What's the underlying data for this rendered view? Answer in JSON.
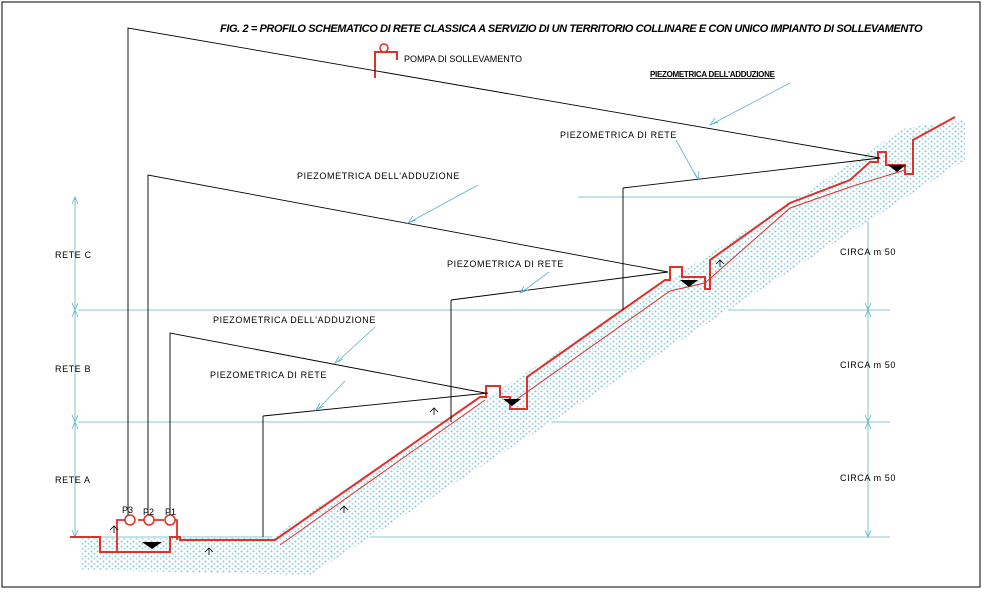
{
  "title": "FIG. 2 = PROFILO SCHEMATICO DI RETE CLASSICA A SERVIZIO DI UN TERRITORIO COLLINARE E CON UNICO IMPIANTO DI SOLLEVAMENTO",
  "legend": {
    "pump_label": "POMPA DI SOLLEVAMENTO"
  },
  "labels": {
    "piezo_adduzione_top": "PIEZOMETRICA DELL'ADDUZIONE",
    "piezo_rete_top": "PIEZOMETRICA DI RETE",
    "piezo_adduzione_c": "PIEZOMETRICA DELL'ADDUZIONE",
    "piezo_rete_b": "PIEZOMETRICA DI RETE",
    "piezo_adduzione_b": "PIEZOMETRICA DELL'ADDUZIONE",
    "piezo_rete_a": "PIEZOMETRICA DI RETE"
  },
  "zones": {
    "rete_c": "RETE C",
    "rete_b": "RETE B",
    "rete_a": "RETE A"
  },
  "heights": {
    "top": "CIRCA m 50",
    "mid": "CIRCA m 50",
    "bottom": "CIRCA m 50"
  },
  "pumps": {
    "p1": "P1",
    "p2": "P2",
    "p3": "P3"
  },
  "colors": {
    "pipe": "#e0302a",
    "guide": "#5ab4c8",
    "ground": "#7ec8d8"
  }
}
